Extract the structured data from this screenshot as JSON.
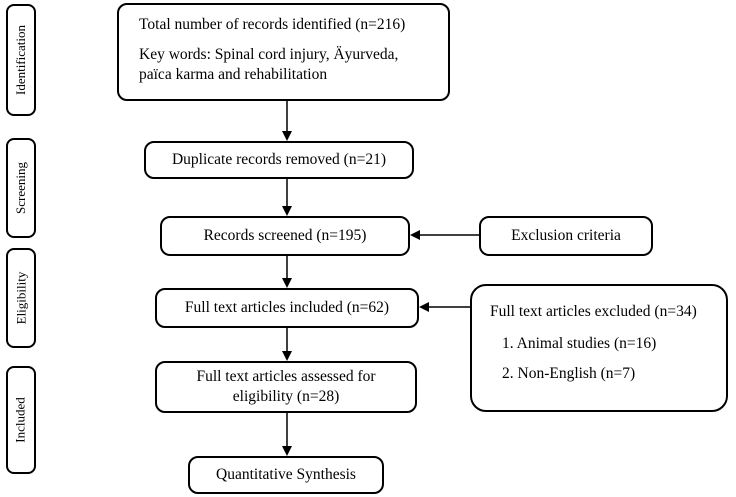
{
  "stages": {
    "identification": "Identification",
    "screening": "Screening",
    "eligibility": "Eligibility",
    "included": "Included"
  },
  "boxes": {
    "identified_title": "Total number of records identified (n=216)",
    "identified_keywords_1": "Key words: Spinal cord injury, Äyurveda,",
    "identified_keywords_2": "païca karma and rehabilitation",
    "duplicates": "Duplicate records removed (n=21)",
    "screened": "Records screened (n=195)",
    "exclusion": "Exclusion criteria",
    "full_text_included": "Full text articles included (n=62)",
    "excluded_title": "Full text articles excluded (n=34)",
    "excluded_items": [
      "1.  Animal studies (n=16)",
      "2.  Non-English (n=7)"
    ],
    "assessed_1": "Full text articles assessed for",
    "assessed_2": "eligibility (n=28)",
    "synthesis": "Quantitative Synthesis"
  }
}
